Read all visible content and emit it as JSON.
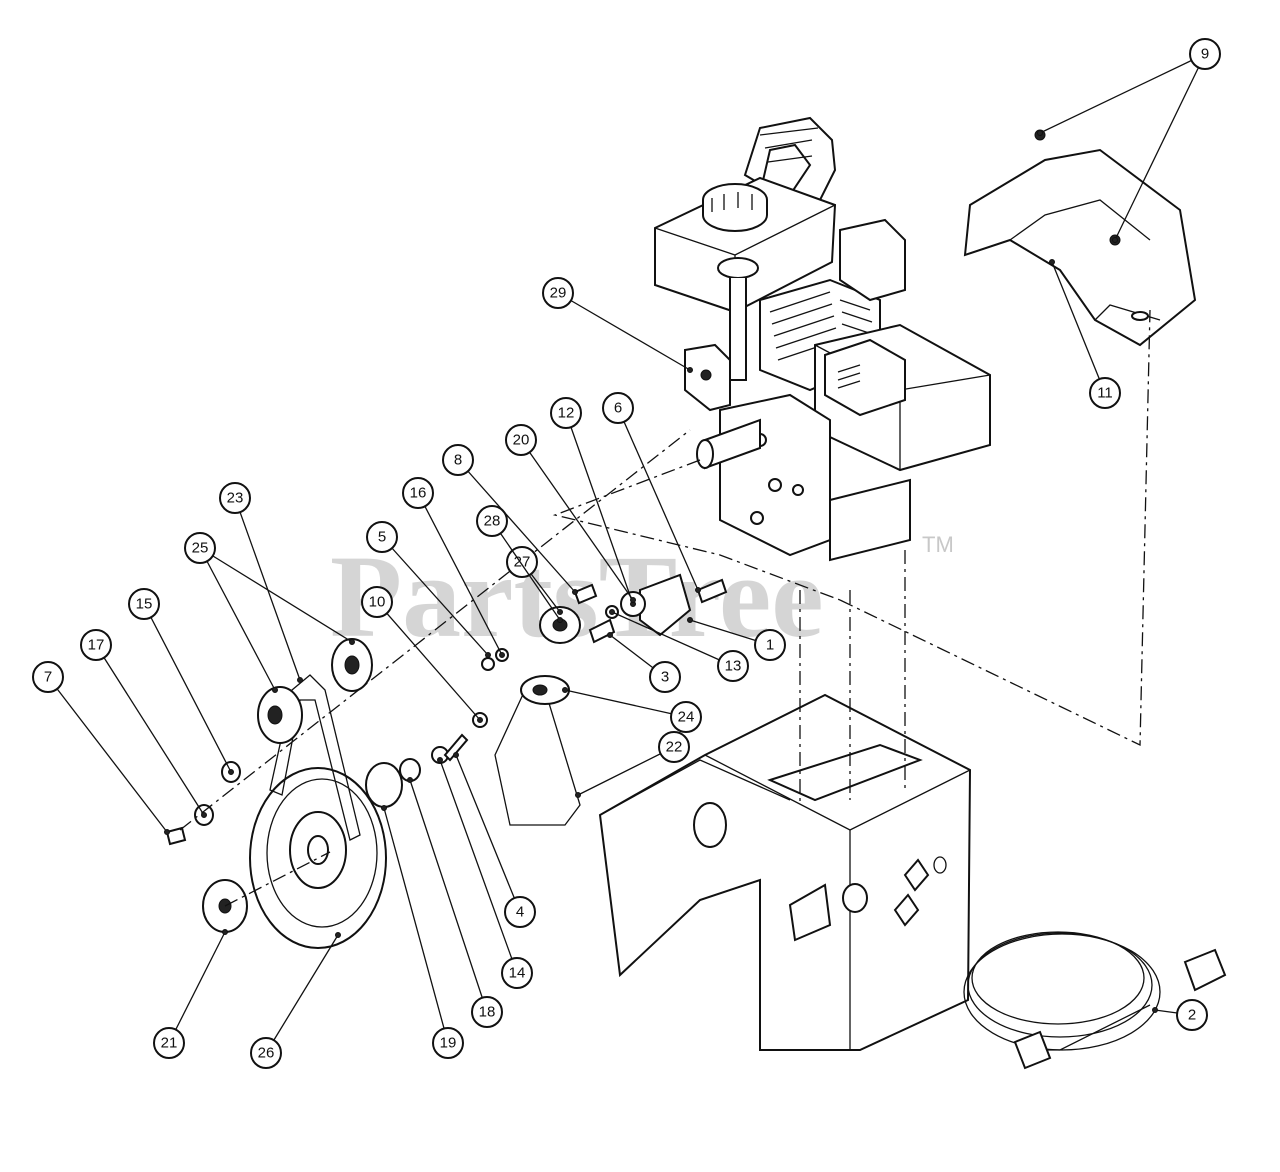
{
  "watermark": {
    "text": "PartsTree",
    "trademark": "TM"
  },
  "callouts": [
    {
      "label": "1"
    },
    {
      "label": "2"
    },
    {
      "label": "3"
    },
    {
      "label": "4"
    },
    {
      "label": "5"
    },
    {
      "label": "6"
    },
    {
      "label": "7"
    },
    {
      "label": "8"
    },
    {
      "label": "9"
    },
    {
      "label": "10"
    },
    {
      "label": "11"
    },
    {
      "label": "12"
    },
    {
      "label": "13"
    },
    {
      "label": "14"
    },
    {
      "label": "15"
    },
    {
      "label": "16"
    },
    {
      "label": "17"
    },
    {
      "label": "18"
    },
    {
      "label": "19"
    },
    {
      "label": "20"
    },
    {
      "label": "21"
    },
    {
      "label": "22"
    },
    {
      "label": "23"
    },
    {
      "label": "24"
    },
    {
      "label": "25"
    },
    {
      "label": "26"
    },
    {
      "label": "27"
    },
    {
      "label": "28"
    },
    {
      "label": "29"
    }
  ]
}
